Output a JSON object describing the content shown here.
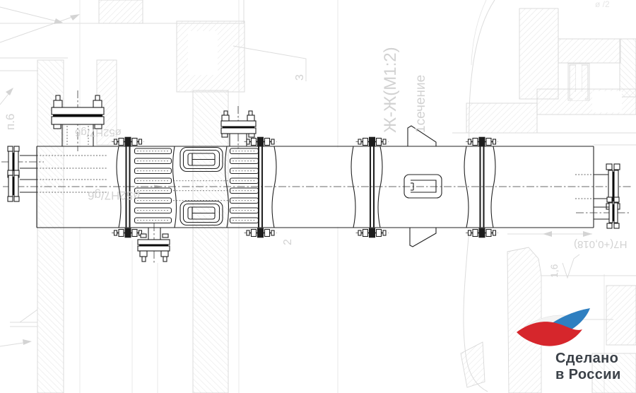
{
  "drawing": {
    "annotations": {
      "section_view_label": "Ж-Ж(М1:2)",
      "section_view_sublabel": "1сечение",
      "note_p6": "п.6",
      "callout_3": "3",
      "callout_2": "2",
      "dim_fit_upper": "ø52H7/g6",
      "dim_fit_lower": "ø52H7/g6",
      "dim_tolerance": "H7(+0,018)",
      "surface_roughness": "1,6",
      "corner_fragment": "ø /2"
    },
    "colors": {
      "paper": "#ffffff",
      "foreground_line": "#222222",
      "background_line": "#dcdcdc"
    }
  },
  "logo": {
    "line1": "Сделано",
    "line2": "в России",
    "text_color": "#3b4148",
    "bird_red": "#d6262c",
    "bird_blue": "#2f7fc0",
    "bird_white": "#f3f3f3"
  }
}
